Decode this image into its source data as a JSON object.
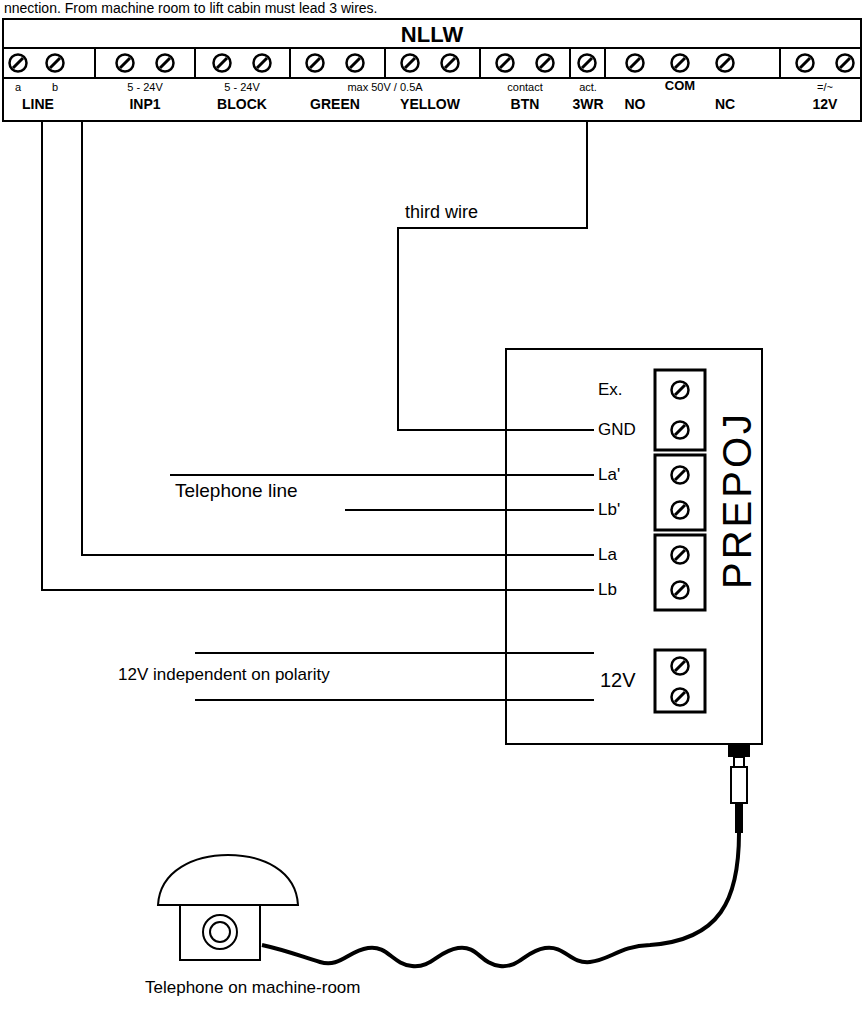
{
  "diagram": {
    "nodes": [
      {
        "text": [
          "NLLW"
        ]
      },
      {
        "text": [
          "PREPOJ"
        ]
      }
    ],
    "edges": [
      {
        "from": 0,
        "to": 1,
        "arrow": "none"
      },
      {
        "from": 0,
        "to": 1,
        "arrow": "none"
      },
      {
        "from": 0,
        "to": 1,
        "label": "third wire",
        "arrow": "none"
      }
    ],
    "labels": [
      "nnection. From machine room to lift cabin must lead 3 wires.",
      "a",
      "b",
      "LINE",
      "5 - 24V",
      "INP1",
      "5 - 24V",
      "BLOCK",
      "max 50V / 0.5A",
      "GREEN",
      "YELLOW",
      "contact",
      "BTN",
      "act.",
      "3WR",
      "COM",
      "NO",
      "NC",
      "=/~",
      "12V",
      "Ex.",
      "GND",
      "La'",
      "Lb'",
      "La",
      "Lb",
      "12V",
      "Telephone line",
      "12V independent on polarity",
      "Telephone on machine-room"
    ]
  }
}
